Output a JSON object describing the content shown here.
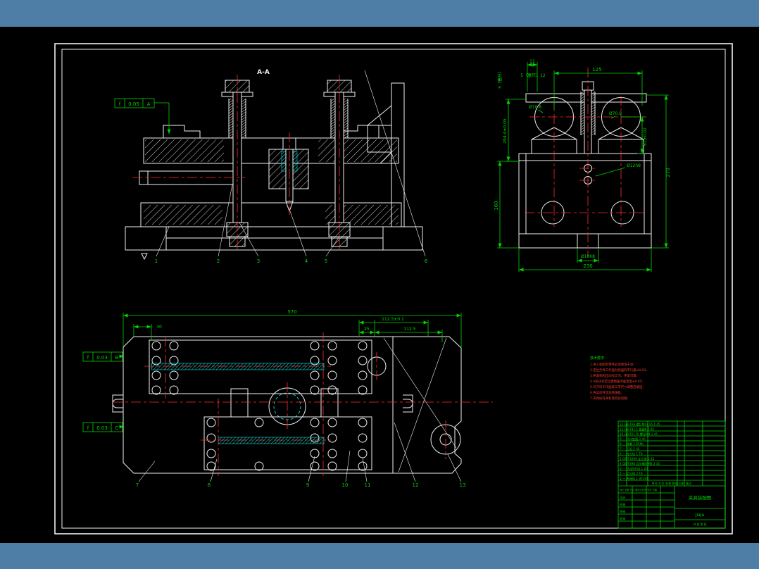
{
  "colors": {
    "background": "#000000",
    "lines": "#f0f0f0",
    "dimensions": "#00d400",
    "centerlines": "#ff2d2d",
    "threads": "#00e5e5",
    "letterbox": "#4e7da6"
  },
  "frame": {
    "section_label": "A-A"
  },
  "gdt": {
    "a": {
      "sym": "f",
      "tol": "0.05",
      "datum": "A"
    },
    "b": {
      "sym": "f",
      "tol": "0.03",
      "datum": "B"
    },
    "c": {
      "sym": "f",
      "tol": "0.03",
      "datum": "C"
    }
  },
  "dims_front": {
    "d11": "11",
    "d125": "125",
    "gap_note": "5（塞尺）12",
    "gap_note_v": "5（塞尺）",
    "d294": "294.4±0.05",
    "d160": "160",
    "d61": "61±0.02",
    "d270": "270",
    "d70a": "Ø70.8",
    "d70b": "Ø70.8",
    "d12": "Ø12h8",
    "d18": "Ø18h8",
    "d230": "230"
  },
  "dims_plan": {
    "d570": "570",
    "d30": "30",
    "d25": "25",
    "d112a": "112.5±0.1",
    "d112b": "112.5"
  },
  "balloons_section": [
    "1",
    "2",
    "3",
    "4",
    "5",
    "6"
  ],
  "balloons_plan": [
    "7",
    "8",
    "9",
    "10",
    "11",
    "12",
    "13"
  ],
  "notes": {
    "title": "技术要求",
    "lines": [
      "1.进入装配的零件必须清洗干净;",
      "2.定位元件工作面对底面的平行度≤0.03;",
      "3.夹紧机构应动作灵活、夹紧可靠;",
      "4.V形块对定位键侧面的垂直度≤0.05;",
      "5.对刀块工作面按工序尺寸调整后紧固;",
      "6.各运动件涂润滑油脂;",
      "7.夹具按有关标准检验验收;"
    ]
  },
  "bom": {
    "header": "序号  代号  名称  数量  材料  备注",
    "rows": [
      "12 GB/T68 螺钉M6×16 4 45",
      "11 GB/T97.1 垫圈8 2 45",
      "10 GB/T6170 螺母M8 2 45",
      "9 — 开口垫圈 2 45",
      "8 — 弹簧 2 65Mn",
      "7 — 压板 2 45",
      "6 — 对刀块 1 T8",
      "5 GB/T1096 定位键 2 45",
      "4 GB/T898 双头螺柱M8 2 45",
      "3 — 活动V形块 1 20",
      "2 — 定位销 2 T8",
      "1 — 夹具体 1 HT200"
    ]
  },
  "titleblock": {
    "mark_row": "标记 处数 分区 更改文件号 签字 日期",
    "left_rows": [
      "设计",
      "校核",
      "审核",
      "批准"
    ],
    "name": "夹具装配图",
    "code": "Jiaju",
    "sheet": "共 张 第 张"
  }
}
